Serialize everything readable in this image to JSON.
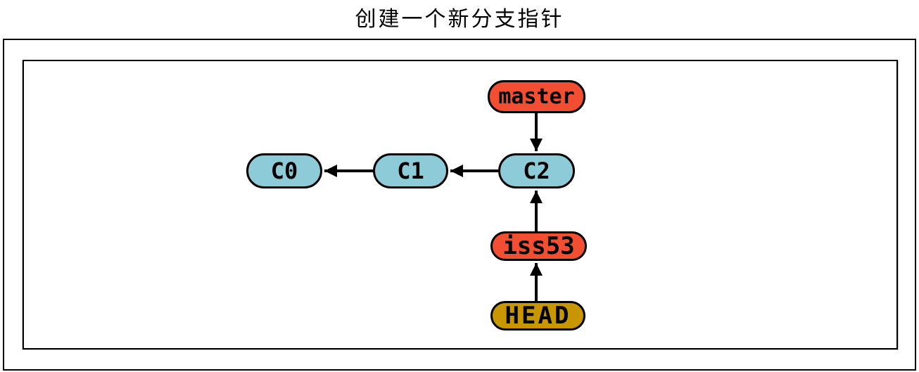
{
  "title": "创建一个新分支指针",
  "diagram": {
    "nodes": {
      "master": {
        "label": "master",
        "type": "branch"
      },
      "c2": {
        "label": "C2",
        "type": "commit"
      },
      "c1": {
        "label": "C1",
        "type": "commit"
      },
      "c0": {
        "label": "C0",
        "type": "commit"
      },
      "iss53": {
        "label": "iss53",
        "type": "branch"
      },
      "head": {
        "label": "HEAD",
        "type": "head"
      }
    },
    "edges": [
      {
        "from": "master",
        "to": "C2",
        "direction": "down"
      },
      {
        "from": "C2",
        "to": "C1",
        "direction": "left"
      },
      {
        "from": "C1",
        "to": "C0",
        "direction": "left"
      },
      {
        "from": "iss53",
        "to": "C2",
        "direction": "up"
      },
      {
        "from": "HEAD",
        "to": "iss53",
        "direction": "up"
      }
    ],
    "colors": {
      "commit_fill": "#8ECBD8",
      "branch_fill": "#F14E32",
      "head_fill": "#C89600",
      "outline": "#000000",
      "background": "#FFFFFF"
    }
  }
}
